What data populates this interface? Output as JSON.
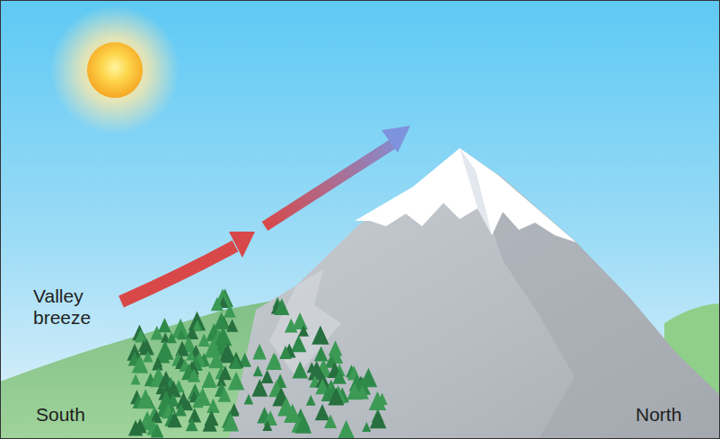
{
  "diagram": {
    "labels": [
      "Valley breeze",
      "South",
      "North"
    ]
  }
}
